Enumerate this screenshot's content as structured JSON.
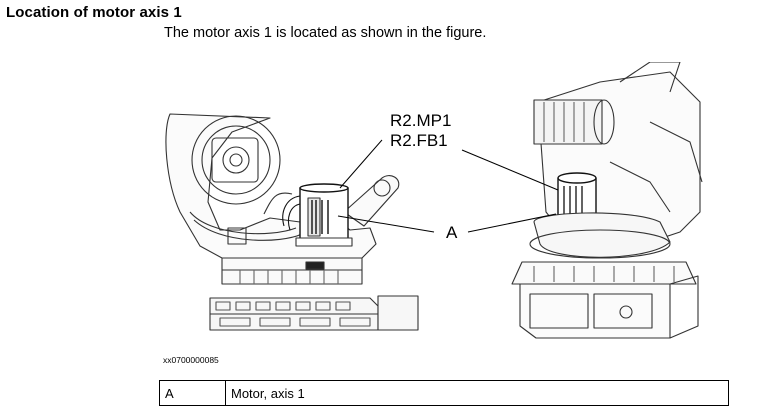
{
  "heading": "Location of motor axis 1",
  "intro": "The motor axis 1 is located as shown in the figure.",
  "figure": {
    "callouts": {
      "mp1": "R2.MP1",
      "fb1": "R2.FB1",
      "a": "A"
    },
    "code": "xx0700000085"
  },
  "legend": {
    "rows": [
      {
        "key": "A",
        "description": "Motor, axis 1"
      }
    ]
  }
}
